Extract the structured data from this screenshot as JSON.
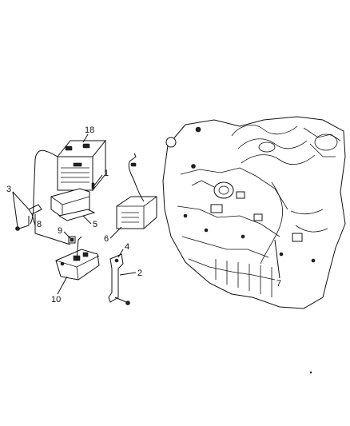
{
  "callouts": {
    "c18": "18",
    "c1": "1",
    "c3": "3",
    "c8": "8",
    "c5": "5",
    "c6": "6",
    "c9": "9",
    "c4": "4",
    "c2": "2",
    "c10": "10",
    "c7": "7"
  }
}
